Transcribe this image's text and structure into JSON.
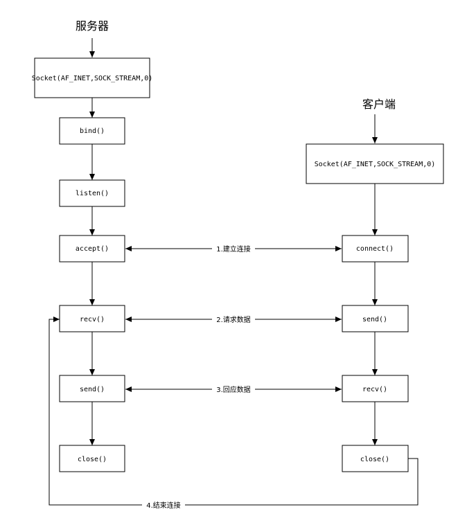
{
  "server": {
    "title": "服务器",
    "steps": {
      "socket": "Socket(AF_INET,SOCK_STREAM,0)",
      "bind": "bind()",
      "listen": "listen()",
      "accept": "accept()",
      "recv": "recv()",
      "send": "send()",
      "close": "close()"
    }
  },
  "client": {
    "title": "客户端",
    "steps": {
      "socket": "Socket(AF_INET,SOCK_STREAM,0)",
      "connect": "connect()",
      "send": "send()",
      "recv": "recv()",
      "close": "close()"
    }
  },
  "links": {
    "connect": "1.建立连接",
    "request": "2.请求数据",
    "response": "3.回应数据",
    "end": "4.结束连接"
  }
}
